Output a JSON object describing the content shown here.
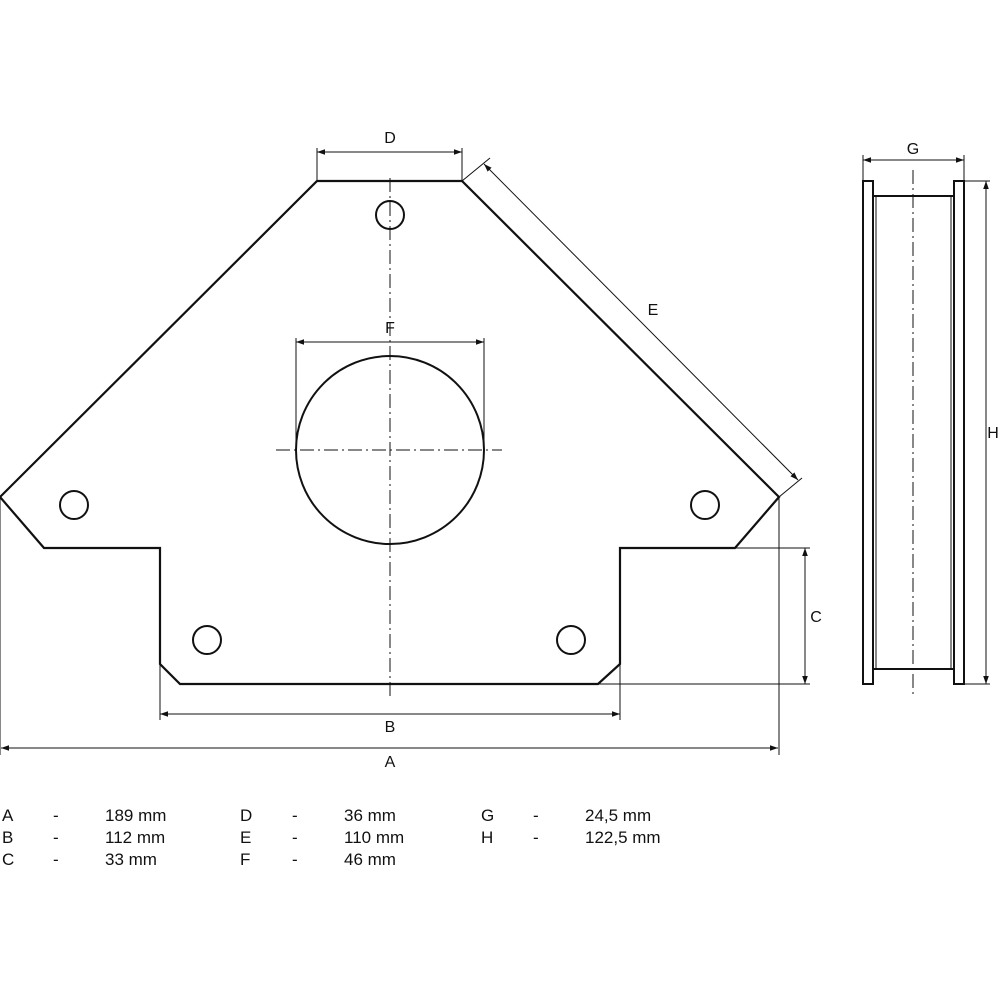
{
  "labels": {
    "A": "A",
    "B": "B",
    "C": "C",
    "D": "D",
    "E": "E",
    "F": "F",
    "G": "G",
    "H": "H"
  },
  "specs": [
    {
      "letter": "A",
      "dash": "-",
      "value": "189 mm"
    },
    {
      "letter": "B",
      "dash": "-",
      "value": "112 mm"
    },
    {
      "letter": "C",
      "dash": "-",
      "value": "33 mm"
    },
    {
      "letter": "D",
      "dash": "-",
      "value": "36 mm"
    },
    {
      "letter": "E",
      "dash": "-",
      "value": "110 mm"
    },
    {
      "letter": "F",
      "dash": "-",
      "value": "46 mm"
    },
    {
      "letter": "G",
      "dash": "-",
      "value": "24,5 mm"
    },
    {
      "letter": "H",
      "dash": "-",
      "value": "122,5 mm"
    }
  ],
  "colors": {
    "line": "#111111",
    "background": "#ffffff"
  }
}
